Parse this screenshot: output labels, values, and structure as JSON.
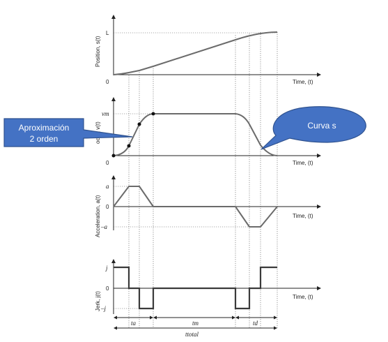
{
  "panels": {
    "position": {
      "ylabel": "Position, s(t)",
      "ytop": "L",
      "zero": "0",
      "xlabel": "Time, (t)"
    },
    "velocity": {
      "ylabel": "ocity, v(t)",
      "ytop": "vm",
      "zero": "0",
      "xlabel": "Time, (t)"
    },
    "acceleration": {
      "ylabel": "Acceleration, a(t)",
      "ypos": "a",
      "zero": "0",
      "yneg": "–a",
      "xlabel": "Time, (t)"
    },
    "jerk": {
      "ylabel": "Jerk, j(t)",
      "ypos": "j",
      "zero": "0",
      "yneg": "–j",
      "xlabel": "Time, (t)"
    }
  },
  "intervals": {
    "ta": "ta",
    "tm": "tm",
    "td": "td",
    "ttotal": "ttotal"
  },
  "callouts": {
    "left": {
      "line1": "Aproximación",
      "line2": "2 orden",
      "fill": "#4472c4"
    },
    "right": {
      "text": "Curva s",
      "fill": "#4472c4"
    }
  },
  "colors": {
    "curve": "#6b6b6b",
    "jerk": "#3a3a3a",
    "callout": "#4472c4",
    "callout_border": "#2f528f"
  }
}
